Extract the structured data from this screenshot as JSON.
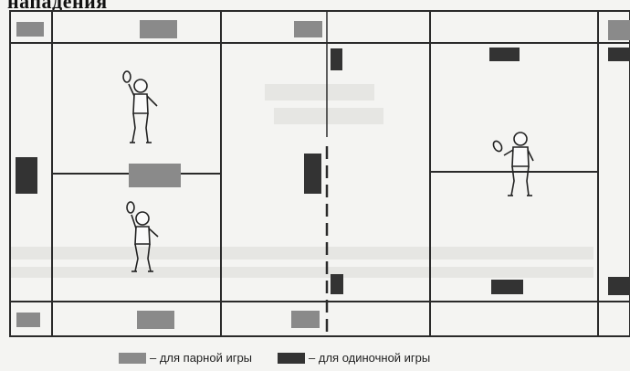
{
  "heading": "нападения",
  "legend": {
    "doubles": "– для парной игры",
    "singles": "– для одиночной игры"
  },
  "colors": {
    "doubles": "#8a8a8a",
    "singles": "#333333",
    "court_lines": "#2a2a2a",
    "background": "#f4f4f2"
  },
  "icons": [
    "badminton-player-icon",
    "badminton-player-icon",
    "badminton-player-icon"
  ]
}
